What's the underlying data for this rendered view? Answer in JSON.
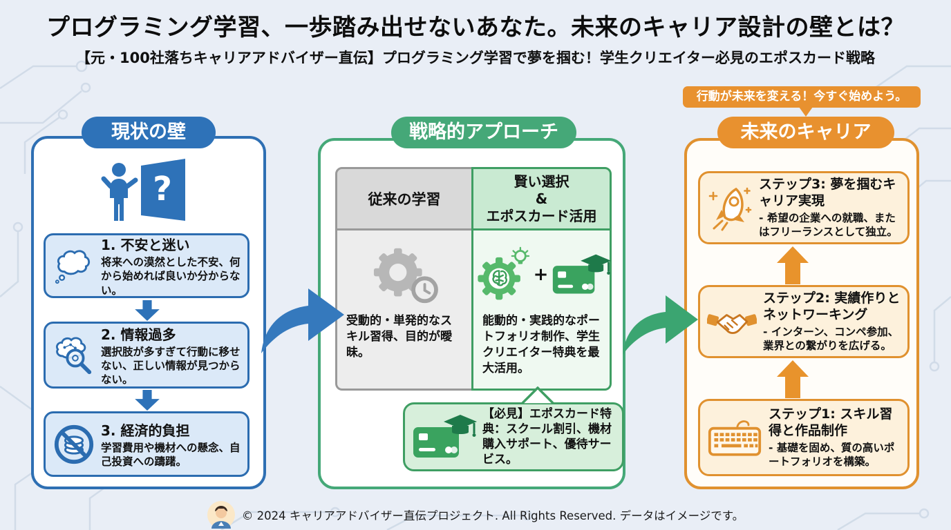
{
  "page": {
    "title": "プログラミング学習、一歩踏み出せないあなた。未来のキャリア設計の壁とは？",
    "subtitle": "【元・100社落ちキャリアアドバイザー直伝】プログラミング学習で夢を掴む！学生クリエイター必見のエポスカード戦略",
    "footer": "© 2024 キャリアアドバイザー直伝プロジェクト. All Rights Reserved. データはイメージです。"
  },
  "banner": {
    "text": "行動が未来を変える！今すぐ始めよう。"
  },
  "current": {
    "heading": "現状の壁",
    "door_question_mark": "?",
    "items": [
      {
        "title": "1. 不安と迷い",
        "desc": "将来への漠然とした不安、何から始めれば良いか分からない。",
        "icon": "thought-cloud-icon"
      },
      {
        "title": "2. 情報過多",
        "desc": "選択肢が多すぎて行動に移せない、正しい情報が見つからない。",
        "icon": "info-search-icon"
      },
      {
        "title": "3. 経済的負担",
        "desc": "学習費用や機材への懸念、自己投資への躊躇。",
        "icon": "no-money-icon"
      }
    ]
  },
  "approach": {
    "heading": "戦略的アプローチ",
    "table": {
      "col_old_header": "従来の学習",
      "col_smart_header": "賢い選択\n&\nエポスカード活用",
      "col_old_body": "受動的・単発的なスキル習得、目的が曖昧。",
      "col_smart_body": "能動的・実践的なポートフォリオ制作、学生クリエイター特典を最大活用。",
      "plus": "+"
    },
    "callout": "【必見】エポスカード特典：スクール割引、機材購入サポート、優待サービス。"
  },
  "future": {
    "heading": "未来のキャリア",
    "steps": [
      {
        "title": "ステップ3: 夢を掴むキャリア実現",
        "desc": "- 希望の企業への就職、またはフリーランスとして独立。",
        "icon": "rocket-icon"
      },
      {
        "title": "ステップ2: 実績作りとネットワーキング",
        "desc": "- インターン、コンペ参加、業界との繋がりを広げる。",
        "icon": "handshake-icon"
      },
      {
        "title": "ステップ1: スキル習得と作品制作",
        "desc": "- 基礎を固め、質の高いポートフォリオを構築。",
        "icon": "keyboard-icon"
      }
    ]
  },
  "icons": {
    "left_top": "question-door-icon",
    "old_learning": "gear-clock-icon",
    "smart_choice": [
      "brain-gear-icon",
      "card-graduation-icon"
    ],
    "callout": "card-graduation-icon",
    "footer": "advisor-avatar-icon"
  },
  "colors": {
    "blue": "#2e72b8",
    "green": "#45a878",
    "orange": "#e8912f"
  }
}
